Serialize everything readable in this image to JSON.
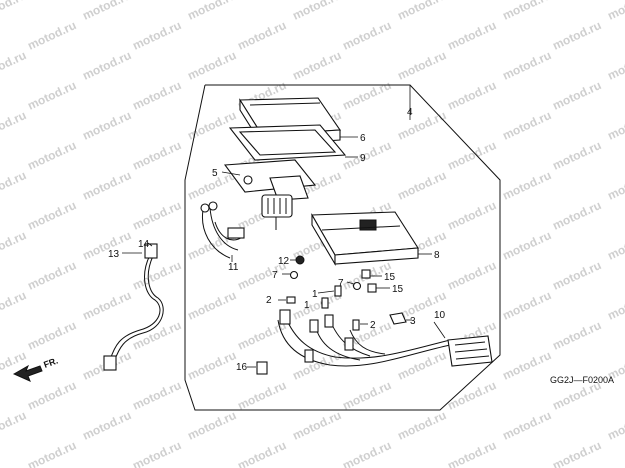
{
  "watermark": "motod.ru",
  "diagram_code": "GG2J—F0200A",
  "direction_label": "FR.",
  "callouts": [
    {
      "id": "4",
      "label": "4"
    },
    {
      "id": "6",
      "label": "6"
    },
    {
      "id": "9",
      "label": "9"
    },
    {
      "id": "5",
      "label": "5"
    },
    {
      "id": "8",
      "label": "8"
    },
    {
      "id": "11",
      "label": "11"
    },
    {
      "id": "12",
      "label": "12"
    },
    {
      "id": "7a",
      "label": "7"
    },
    {
      "id": "7b",
      "label": "7"
    },
    {
      "id": "15a",
      "label": "15"
    },
    {
      "id": "15b",
      "label": "15"
    },
    {
      "id": "2a",
      "label": "2"
    },
    {
      "id": "2b",
      "label": "2"
    },
    {
      "id": "1a",
      "label": "1"
    },
    {
      "id": "1b",
      "label": "1"
    },
    {
      "id": "3",
      "label": "3"
    },
    {
      "id": "10",
      "label": "10"
    },
    {
      "id": "13",
      "label": "13"
    },
    {
      "id": "14",
      "label": "14"
    },
    {
      "id": "16",
      "label": "16"
    }
  ]
}
